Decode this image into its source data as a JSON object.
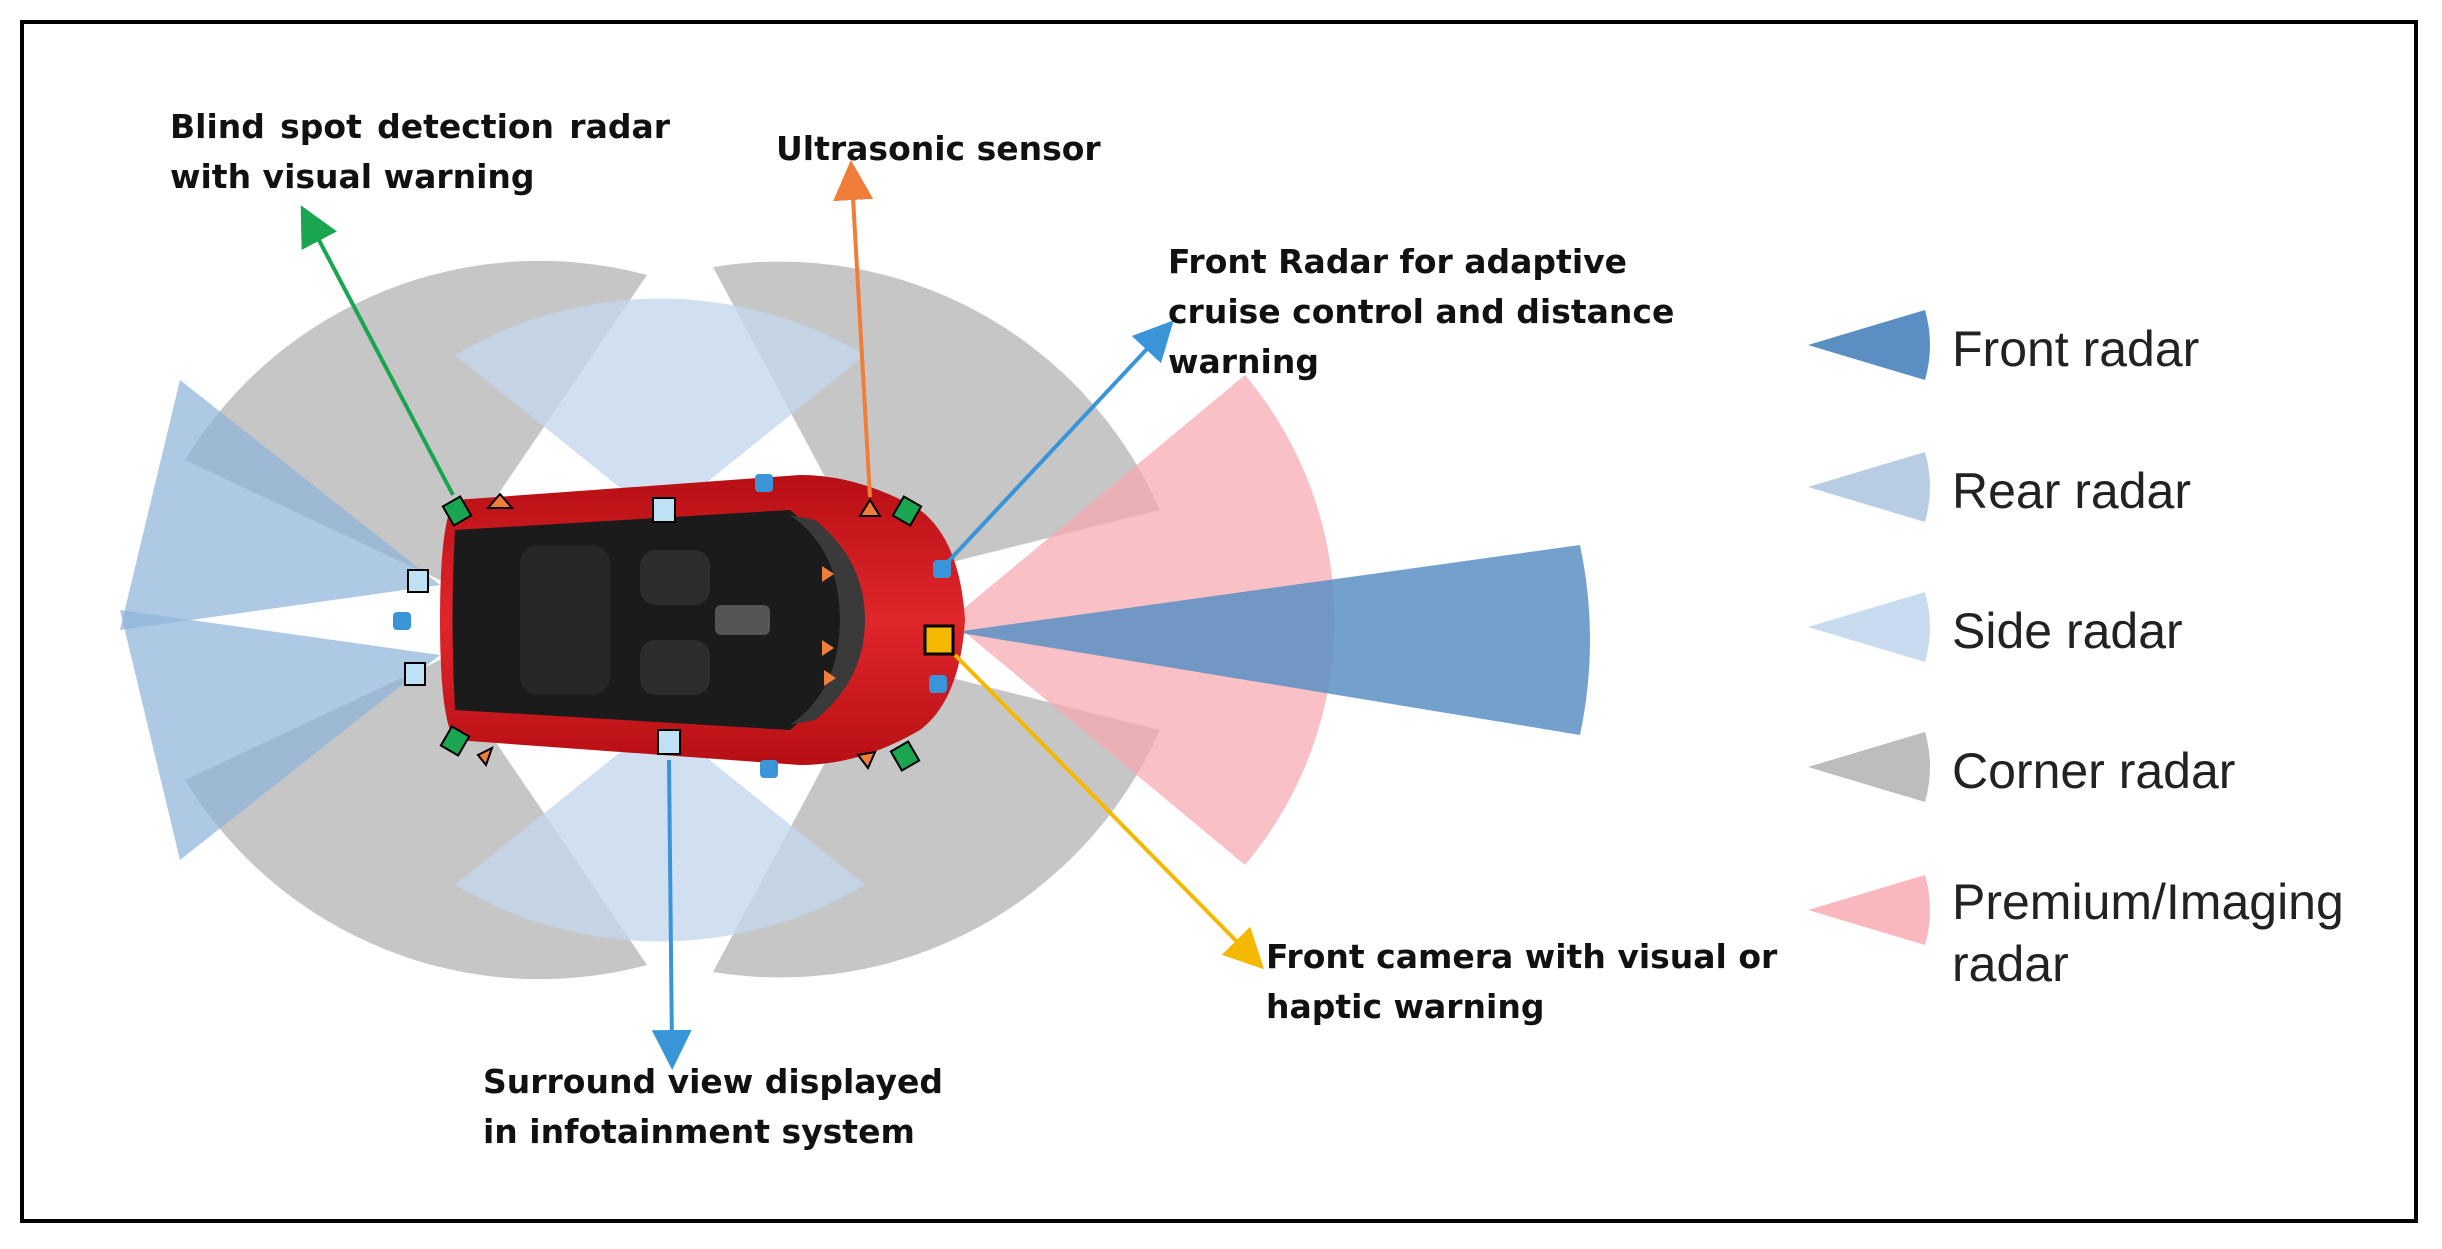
{
  "callouts": {
    "blind_spot": "Blind spot detection radar with visual warning",
    "ultrasonic": "Ultrasonic sensor",
    "front_radar": "Front Radar for adaptive cruise control and distance warning",
    "front_camera": "Front camera with visual or haptic warning",
    "surround_view": "Surround view displayed in infotainment system"
  },
  "legend": [
    {
      "label": "Front radar",
      "color": "#5b8fc4"
    },
    {
      "label": "Rear radar",
      "color": "#b8cde4"
    },
    {
      "label": "Side radar",
      "color": "#c9dbee"
    },
    {
      "label": "Corner radar",
      "color": "#bdbdbd"
    },
    {
      "label": "Premium/Imaging radar",
      "color": "#f9b8bd"
    }
  ],
  "colors": {
    "car_body": "#d8151b",
    "blind_spot_arrow": "#1aa550",
    "ultrasonic_arrow": "#f07d3a",
    "front_radar_arrow": "#3a95d8",
    "front_camera_arrow": "#f5b800",
    "surround_view_arrow": "#3a95d8"
  }
}
